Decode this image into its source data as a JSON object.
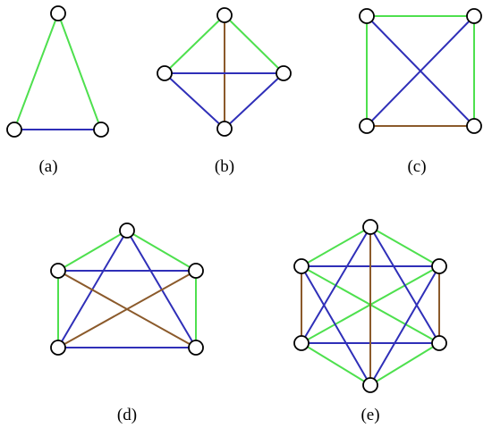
{
  "colors": {
    "green": "#4ee04e",
    "blue": "#2f2fb8",
    "brown": "#8b5a2b"
  },
  "graphs": [
    {
      "id": "a",
      "caption": "(a)",
      "edges": [
        {
          "from": 0,
          "to": 1,
          "color": "green"
        },
        {
          "from": 0,
          "to": 2,
          "color": "green"
        },
        {
          "from": 1,
          "to": 2,
          "color": "blue"
        }
      ]
    },
    {
      "id": "b",
      "caption": "(b)",
      "edges": [
        {
          "from": 0,
          "to": 1,
          "color": "green"
        },
        {
          "from": 0,
          "to": 2,
          "color": "green"
        },
        {
          "from": 0,
          "to": 3,
          "color": "brown"
        },
        {
          "from": 1,
          "to": 2,
          "color": "blue"
        },
        {
          "from": 1,
          "to": 3,
          "color": "blue"
        },
        {
          "from": 2,
          "to": 3,
          "color": "blue"
        }
      ]
    },
    {
      "id": "c",
      "caption": "(c)",
      "edges": [
        {
          "from": 0,
          "to": 1,
          "color": "green"
        },
        {
          "from": 0,
          "to": 2,
          "color": "green"
        },
        {
          "from": 1,
          "to": 3,
          "color": "green"
        },
        {
          "from": 0,
          "to": 3,
          "color": "blue"
        },
        {
          "from": 1,
          "to": 2,
          "color": "blue"
        },
        {
          "from": 2,
          "to": 3,
          "color": "brown"
        }
      ]
    },
    {
      "id": "d",
      "caption": "(d)",
      "edges": [
        {
          "from": 0,
          "to": 1,
          "color": "green"
        },
        {
          "from": 0,
          "to": 2,
          "color": "green"
        },
        {
          "from": 1,
          "to": 3,
          "color": "green"
        },
        {
          "from": 2,
          "to": 4,
          "color": "green"
        },
        {
          "from": 0,
          "to": 3,
          "color": "blue"
        },
        {
          "from": 0,
          "to": 4,
          "color": "blue"
        },
        {
          "from": 1,
          "to": 2,
          "color": "blue"
        },
        {
          "from": 3,
          "to": 4,
          "color": "blue"
        },
        {
          "from": 1,
          "to": 4,
          "color": "brown"
        },
        {
          "from": 2,
          "to": 3,
          "color": "brown"
        }
      ]
    },
    {
      "id": "e",
      "caption": "(e)",
      "edges": [
        {
          "from": 0,
          "to": 1,
          "color": "green"
        },
        {
          "from": 0,
          "to": 2,
          "color": "green"
        },
        {
          "from": 1,
          "to": 4,
          "color": "green"
        },
        {
          "from": 2,
          "to": 3,
          "color": "green"
        },
        {
          "from": 3,
          "to": 5,
          "color": "green"
        },
        {
          "from": 4,
          "to": 5,
          "color": "green"
        },
        {
          "from": 1,
          "to": 2,
          "color": "blue"
        },
        {
          "from": 3,
          "to": 4,
          "color": "blue"
        },
        {
          "from": 0,
          "to": 3,
          "color": "blue"
        },
        {
          "from": 0,
          "to": 4,
          "color": "blue"
        },
        {
          "from": 1,
          "to": 5,
          "color": "blue"
        },
        {
          "from": 2,
          "to": 5,
          "color": "blue"
        },
        {
          "from": 0,
          "to": 5,
          "color": "brown"
        },
        {
          "from": 1,
          "to": 3,
          "color": "brown"
        },
        {
          "from": 2,
          "to": 4,
          "color": "brown"
        }
      ]
    }
  ]
}
